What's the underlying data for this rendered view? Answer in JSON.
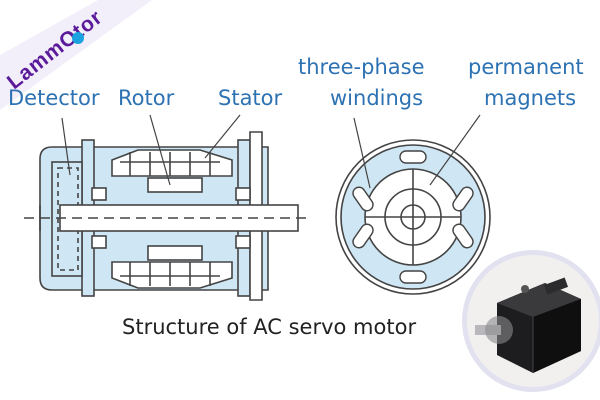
{
  "brand": {
    "logo_text": "LammOtor"
  },
  "labels": {
    "detector": "Detector",
    "rotor": "Rotor",
    "stator": "Stator",
    "windings_line1": "three-phase",
    "windings_line2": "windings",
    "magnets_line1": "permanent",
    "magnets_line2": "magnets"
  },
  "caption": "Structure of AC servo motor",
  "colors": {
    "label_blue": "#2d72b3",
    "fill_light_blue": "#cfe6f4",
    "outline": "#444444",
    "logo_purple": "#5a1a9a",
    "logo_accent": "#1aa3e0"
  }
}
